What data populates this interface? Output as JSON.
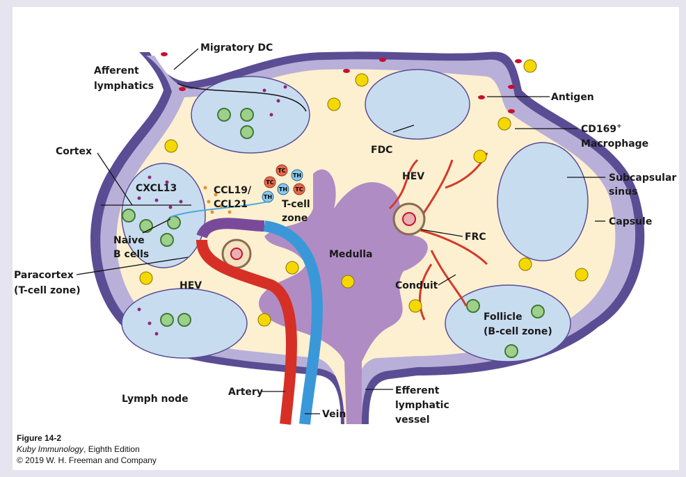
{
  "figure": {
    "labels": {
      "migratory_dc": "Migratory DC",
      "afferent_1": "Afferent",
      "afferent_2": "lymphatics",
      "antigen": "Antigen",
      "cd169_1": "CD169",
      "cd169_sup": "+",
      "cd169_2": "Macrophage",
      "cortex": "Cortex",
      "cxcl13": "CXCL13",
      "ccl_1": "CCL19/",
      "ccl_2": "CCL21",
      "tcell_1": "T-cell",
      "tcell_2": "zone",
      "fdc": "FDC",
      "hev_top": "HEV",
      "subcap_1": "Subcapsular",
      "subcap_2": "sinus",
      "capsule": "Capsule",
      "naive_1": "Naive",
      "naive_2": "B cells",
      "frc": "FRC",
      "medulla": "Medulla",
      "paracortex_1": "Paracortex",
      "paracortex_2": "(T-cell zone)",
      "hev_bottom": "HEV",
      "conduit": "Conduit",
      "follicle_1": "Follicle",
      "follicle_2": "(B-cell zone)",
      "lymph_node": "Lymph node",
      "artery": "Artery",
      "vein": "Vein",
      "efferent_1": "Efferent",
      "efferent_2": "lymphatic",
      "efferent_3": "vessel",
      "tc": "TC",
      "th": "TH"
    }
  },
  "caption": {
    "figure_number": "Figure 14-2",
    "book_title": "Kuby Immunology",
    "edition": ", Eighth Edition",
    "copyright": "© 2019 W. H. Freeman and Company"
  },
  "colors": {
    "capsule": "#5b4d93",
    "sinus": "#b8b0d8",
    "cortex": "#fdf0d0",
    "follicle": "#c8dcf0",
    "medulla": "#b08cc4",
    "artery": "#d63026",
    "vein": "#3b98d8",
    "antigen": "#c8102e",
    "macrophage": "#f5d800",
    "frc": "#d33a2a",
    "tc": "#e06a4a",
    "th": "#8cc8ec"
  }
}
